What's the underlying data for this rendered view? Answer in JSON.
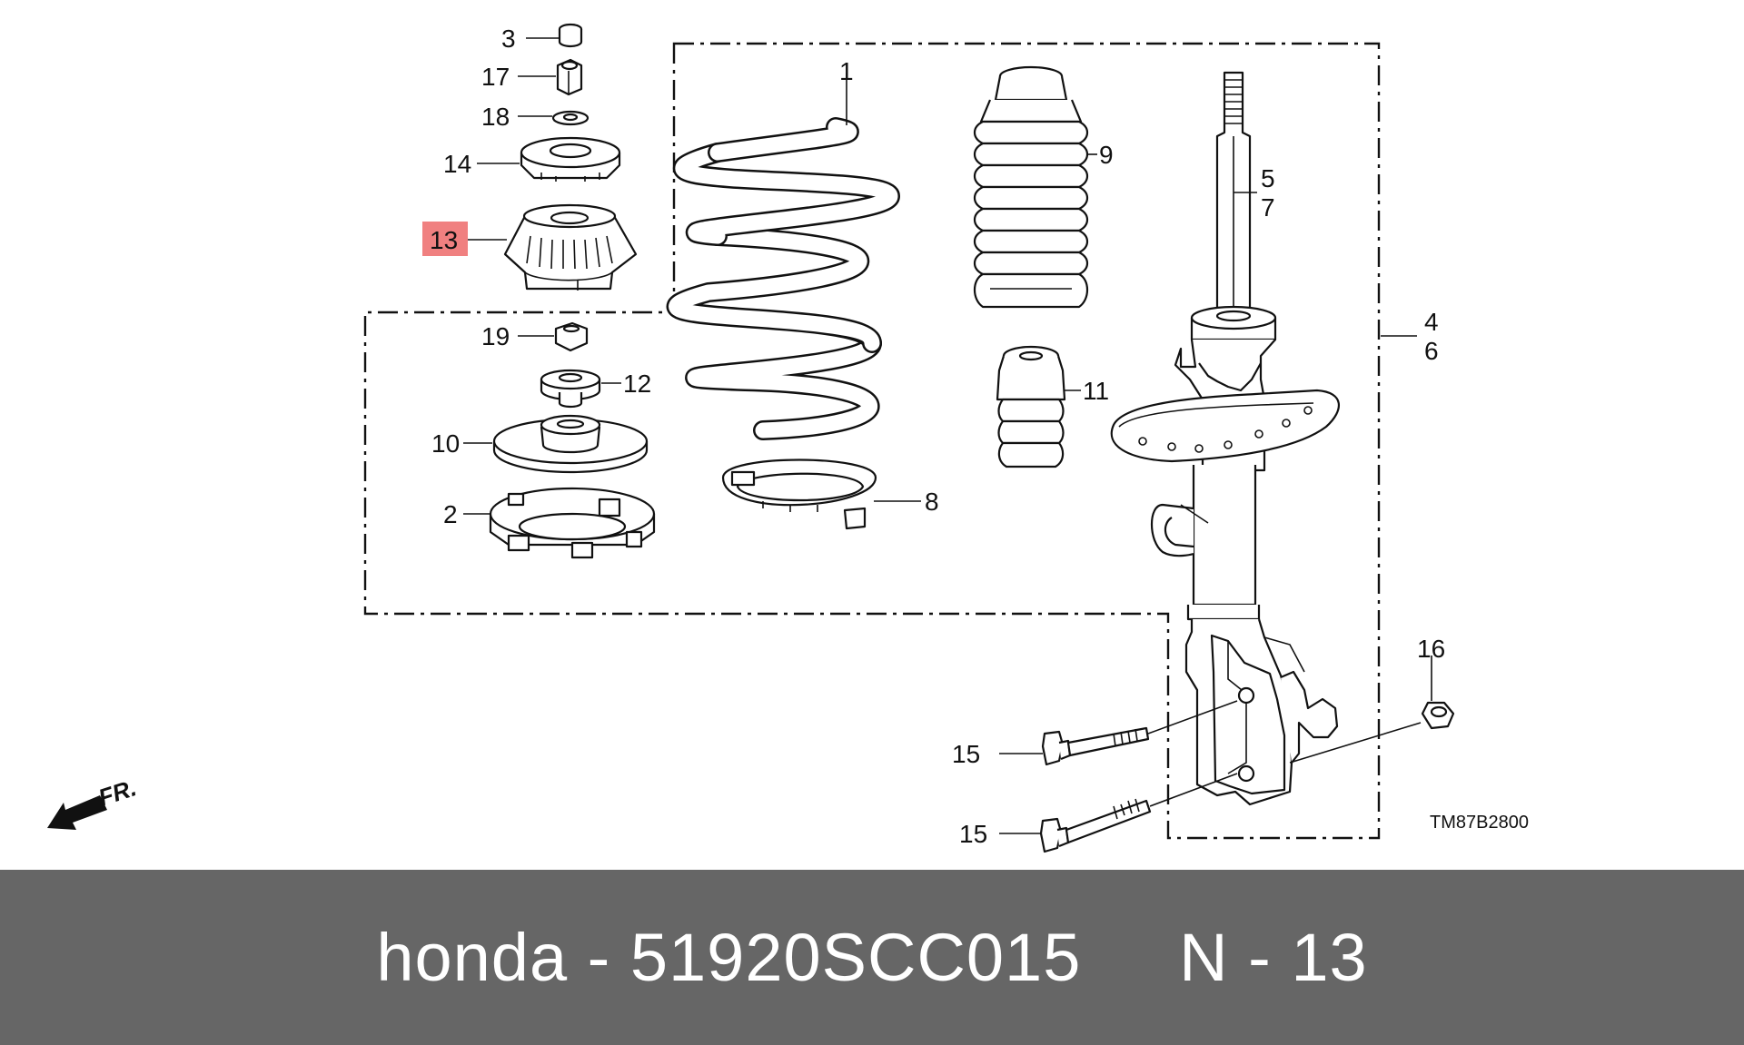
{
  "diagram": {
    "callouts": {
      "p1": "1",
      "p2": "2",
      "p3": "3",
      "p4": "4",
      "p5": "5",
      "p6": "6",
      "p7": "7",
      "p8": "8",
      "p9": "9",
      "p10": "10",
      "p11": "11",
      "p12": "12",
      "p13": "13",
      "p14": "14",
      "p15a": "15",
      "p15b": "15",
      "p16": "16",
      "p17": "17",
      "p18": "18",
      "p19": "19"
    },
    "highlighted_callout": "13",
    "highlight_color": "#f08080",
    "figure_code": "TM87B2800",
    "front_arrow_label": "FR."
  },
  "caption": {
    "text": "honda - 51920SCC015     N - 13",
    "bar_color": "#666666"
  }
}
